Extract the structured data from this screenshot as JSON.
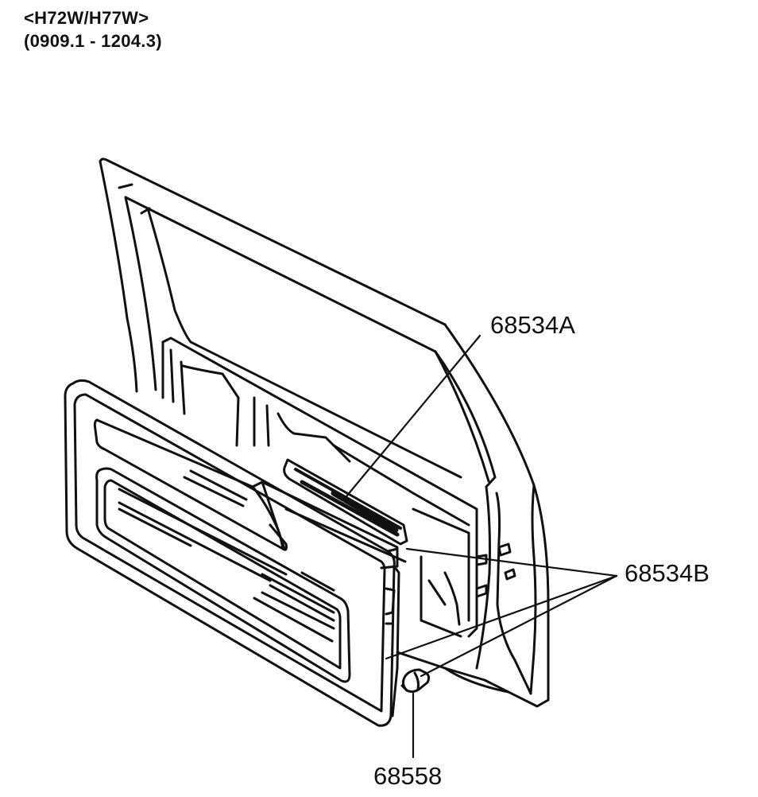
{
  "header": {
    "model_codes": "<H72W/H77W>",
    "date_range": "(0909.1 - 1204.3)"
  },
  "callouts": [
    {
      "part_number": "68534A"
    },
    {
      "part_number": "68534B"
    },
    {
      "part_number": "68558"
    }
  ]
}
